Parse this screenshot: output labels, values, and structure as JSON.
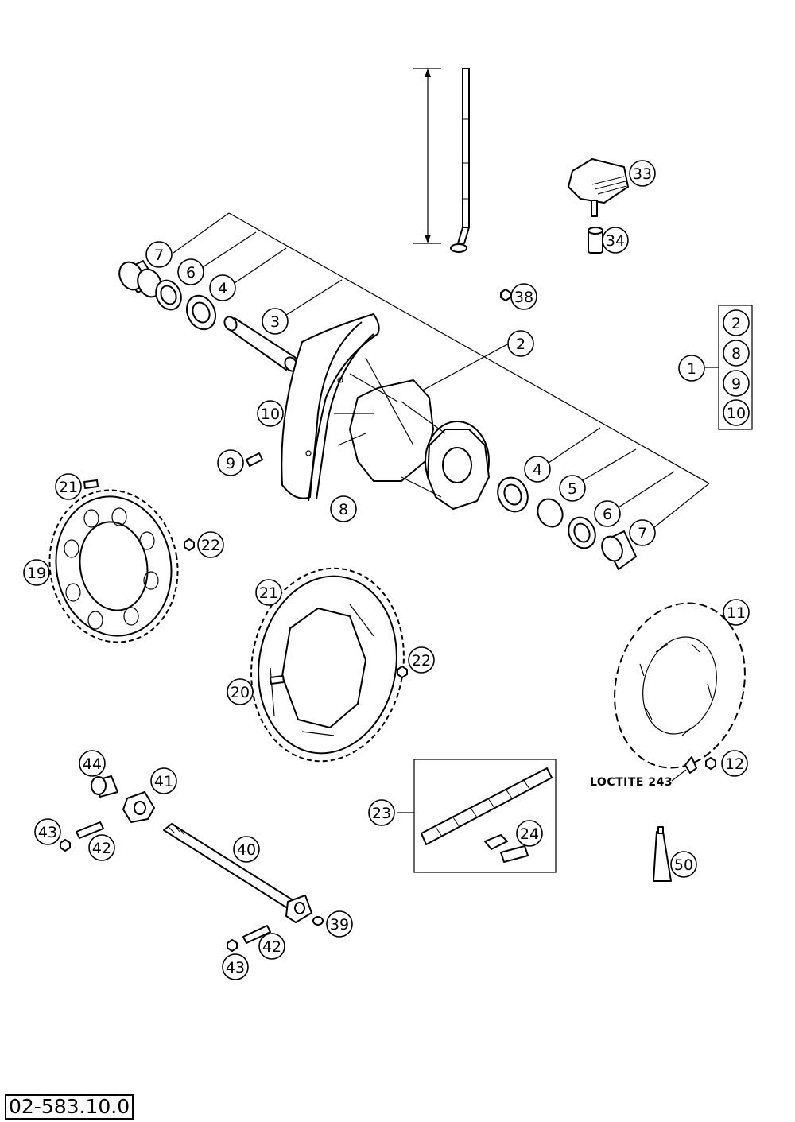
{
  "labels": {
    "loctite": "LOCTITE 243",
    "drawing_number": "02-583.10.0"
  },
  "callouts": {
    "c7a": "7",
    "c6a": "6",
    "c4a": "4",
    "c3": "3",
    "c2": "2",
    "c10": "10",
    "c9": "9",
    "c8": "8",
    "c4b": "4",
    "c5": "5",
    "c6b": "6",
    "c7b": "7",
    "c33": "33",
    "c34": "34",
    "c38": "38",
    "c1": "1",
    "k2": "2",
    "k8": "8",
    "k9": "9",
    "k10": "10",
    "c21a": "21",
    "c22a": "22",
    "c19": "19",
    "c21b": "21",
    "c22b": "22",
    "c20": "20",
    "c11": "11",
    "c12": "12",
    "c44": "44",
    "c41": "41",
    "c43a": "43",
    "c42a": "42",
    "c40": "40",
    "c39": "39",
    "c42b": "42",
    "c43b": "43",
    "c23": "23",
    "c24": "24",
    "c50": "50"
  }
}
